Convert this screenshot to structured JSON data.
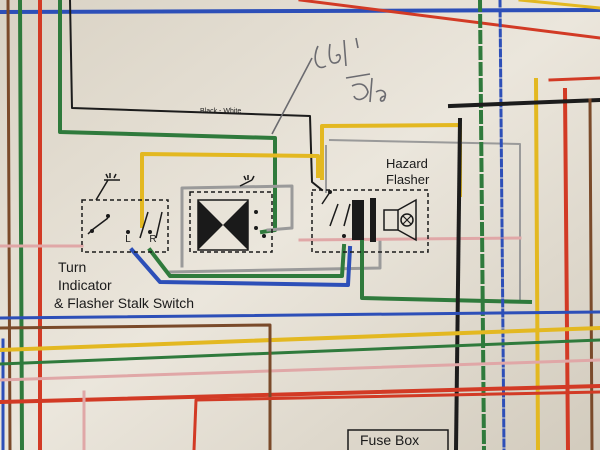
{
  "diagram": {
    "labels": {
      "wire_black_white": "Black - White",
      "hazard_flasher_line1": "Hazard",
      "hazard_flasher_line2": "Flasher",
      "turn_line1": "Turn",
      "turn_line2": "Indicator",
      "turn_line3": "& Flasher Stalk Switch",
      "stalk_l": "L",
      "stalk_r": "R",
      "fuse_box": "Fuse Box"
    },
    "wire_colors": {
      "yellow": "#e3b821",
      "red": "#d23a25",
      "blue": "#2d4fb8",
      "green": "#2f7a3c",
      "brown": "#7a4a2a",
      "black": "#1c1c1c",
      "grey": "#9a9a9a",
      "pink": "#e0a7a7"
    }
  }
}
